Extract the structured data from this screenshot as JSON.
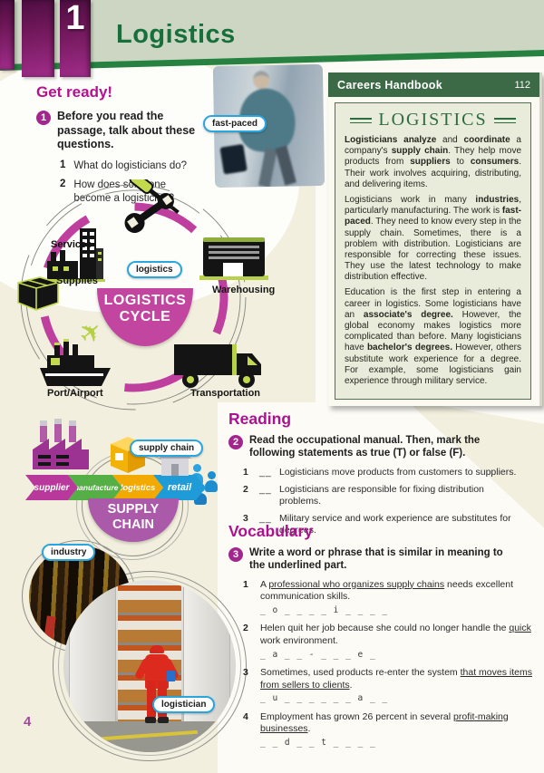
{
  "header": {
    "unit": "1",
    "title": "Logistics"
  },
  "get_ready": {
    "heading": "Get ready!",
    "task_num": "1",
    "instruction": "Before you read the passage, talk about these questions.",
    "questions": [
      {
        "n": "1",
        "text": "What do logisticians do?"
      },
      {
        "n": "2",
        "text": "How does someone become a logistician?"
      }
    ]
  },
  "labels": {
    "fast_paced": "fast-paced",
    "logistics": "logistics",
    "supply_chain": "supply chain",
    "industry": "industry",
    "logistician": "logistician"
  },
  "cycle": {
    "center_line1": "LOGISTICS",
    "center_line2": "CYCLE",
    "nodes": [
      "Services",
      "Supplies",
      "Warehousing",
      "Transportation",
      "Port/Airport"
    ]
  },
  "chain": {
    "center_line1": "SUPPLY",
    "center_line2": "CHAIN",
    "arrows": [
      "supplier",
      "manufacture",
      "logistics",
      "retail"
    ],
    "arrow_colors": [
      "#b8399b",
      "#56ae46",
      "#f2a900",
      "#1f9cd8"
    ]
  },
  "handbook": {
    "header": "Careers Handbook",
    "page": "112",
    "title": "LOGISTICS",
    "paragraphs": [
      [
        {
          "t": "Logisticians",
          "b": true
        },
        {
          "t": " "
        },
        {
          "t": "analyze",
          "b": true
        },
        {
          "t": " and "
        },
        {
          "t": "coordinate",
          "b": true
        },
        {
          "t": " a company's "
        },
        {
          "t": "supply chain",
          "b": true
        },
        {
          "t": ". They help move products from "
        },
        {
          "t": "suppliers",
          "b": true
        },
        {
          "t": " to "
        },
        {
          "t": "consumers",
          "b": true
        },
        {
          "t": ". Their work involves acquiring, distributing, and delivering items."
        }
      ],
      [
        {
          "t": "Logisticians work in many "
        },
        {
          "t": "industries",
          "b": true
        },
        {
          "t": ", particularly manufacturing. The work is "
        },
        {
          "t": "fast-paced",
          "b": true
        },
        {
          "t": ". They need to know every step in the supply chain. Sometimes, there is a problem with distribution. Logisticians are responsible for correcting these issues. They use the latest technology to make distribution effective."
        }
      ],
      [
        {
          "t": "Education is the first step in entering a career in logistics. Some logisticians have an "
        },
        {
          "t": "associate's degree.",
          "b": true
        },
        {
          "t": " However, the global economy makes logistics more complicated than before. Many logisticians have "
        },
        {
          "t": "bachelor's degrees.",
          "b": true
        },
        {
          "t": " However, others substitute work experience for a degree. For example, some logisticians gain experience through military service."
        }
      ]
    ]
  },
  "reading": {
    "heading": "Reading",
    "task_num": "2",
    "instruction": "Read the occupational manual. Then, mark the following statements as true (T) or false (F).",
    "blank": "__",
    "statements": [
      {
        "n": "1",
        "text": "Logisticians move products from customers to suppliers."
      },
      {
        "n": "2",
        "text": "Logisticians are responsible for fixing distribution problems."
      },
      {
        "n": "3",
        "text": "Military service and work experience are substitutes for degrees."
      }
    ]
  },
  "vocabulary": {
    "heading": "Vocabulary",
    "task_num": "3",
    "instruction": "Write a word or phrase that is similar in meaning to the underlined part.",
    "items": [
      {
        "n": "1",
        "segments": [
          {
            "t": "A "
          },
          {
            "t": "professional who organizes supply chains",
            "u": true
          },
          {
            "t": " needs excellent communication skills."
          }
        ],
        "answer_pattern": "_ o _ _ _ _ i _ _ _ _"
      },
      {
        "n": "2",
        "segments": [
          {
            "t": "Helen quit her job because she could no longer handle the "
          },
          {
            "t": "quick",
            "u": true
          },
          {
            "t": " work environment."
          }
        ],
        "answer_pattern": "_ a _ _ - _ _ _ e _"
      },
      {
        "n": "3",
        "segments": [
          {
            "t": "Sometimes, used products re-enter the system "
          },
          {
            "t": "that moves items from sellers to clients",
            "u": true
          },
          {
            "t": "."
          }
        ],
        "answer_pattern": "_ u _ _ _ _   _ _ a _ _"
      },
      {
        "n": "4",
        "segments": [
          {
            "t": "Employment has grown 26 percent in several "
          },
          {
            "t": "profit-making businesses",
            "u": true
          },
          {
            "t": "."
          }
        ],
        "answer_pattern": "_ _ d _ _ t _ _ _ _"
      }
    ]
  },
  "page_number": "4"
}
